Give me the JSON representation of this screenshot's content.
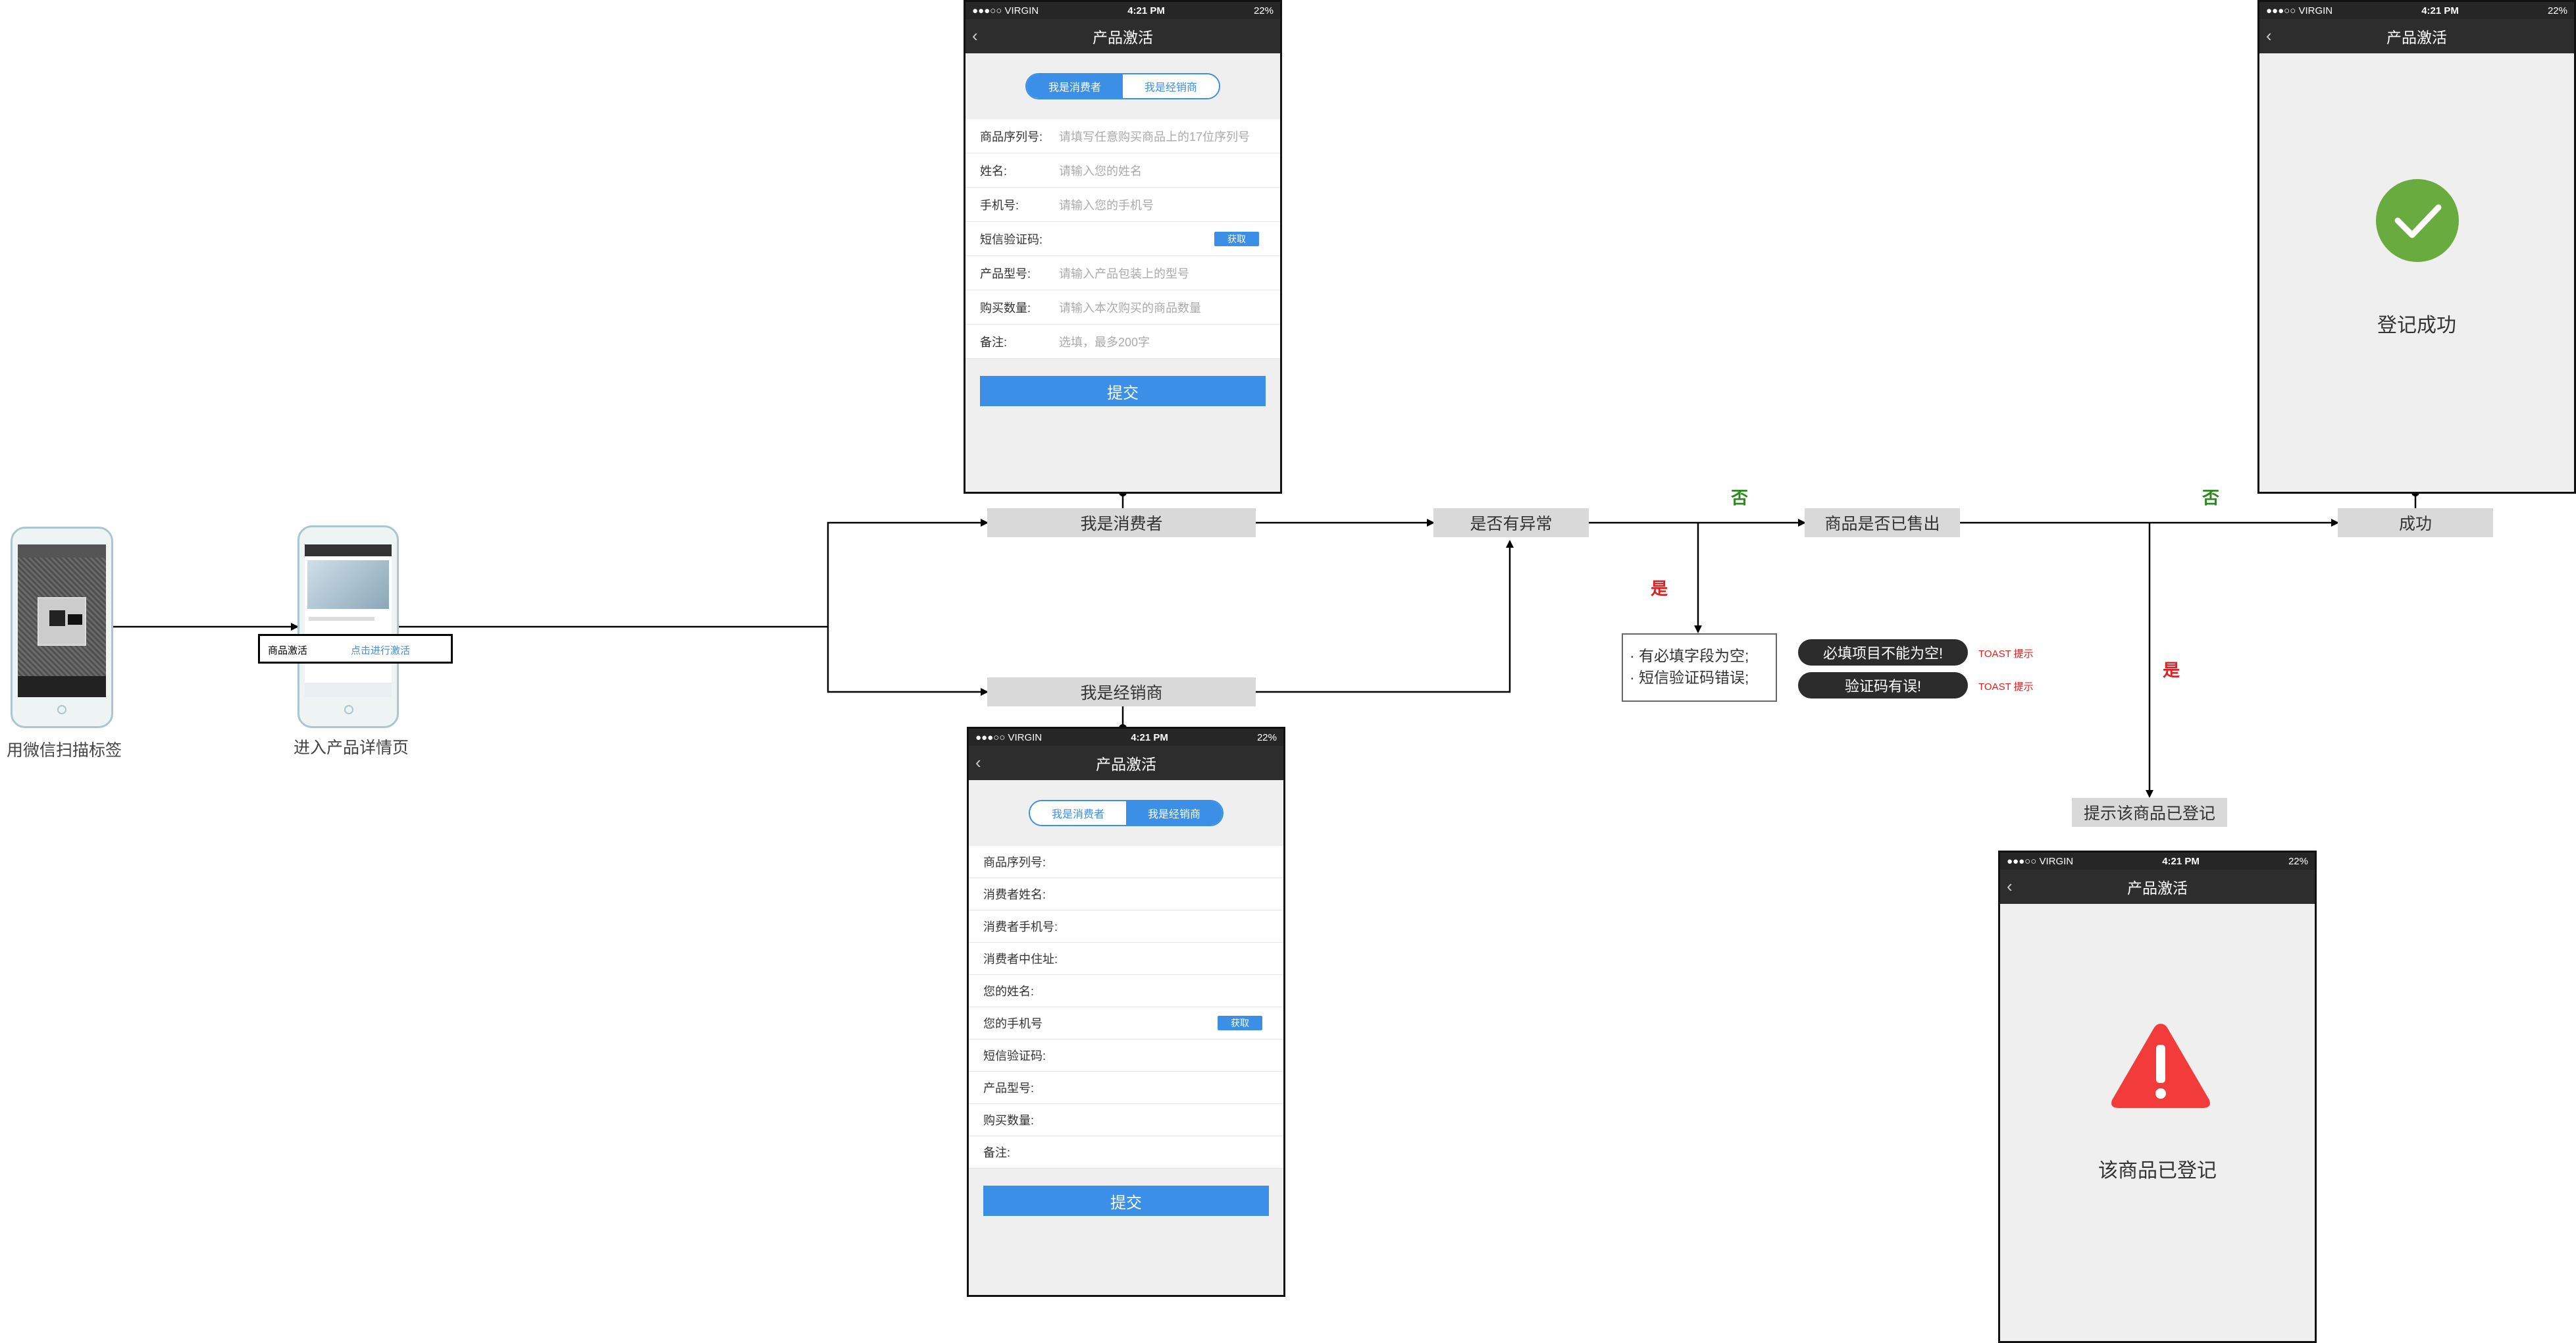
{
  "phone_screen": {
    "carrier": "●●●○○ VIRGIN",
    "time": "4:21 PM",
    "battery": "22%",
    "title": "产品激活"
  },
  "segment": {
    "consumer": "我是消费者",
    "dealer": "我是经销商"
  },
  "consumer_form": {
    "rows": [
      {
        "label": "商品序列号:",
        "placeholder": "请填写任意购买商品上的17位序列号"
      },
      {
        "label": "姓名:",
        "placeholder": "请输入您的姓名"
      },
      {
        "label": "手机号:",
        "placeholder": "请输入您的手机号"
      },
      {
        "label": "短信验证码:",
        "placeholder": ""
      },
      {
        "label": "产品型号:",
        "placeholder": "请输入产品包装上的型号"
      },
      {
        "label": "购买数量:",
        "placeholder": "请输入本次购买的商品数量"
      },
      {
        "label": "备注:",
        "placeholder": "选填，最多200字"
      }
    ],
    "get_code": "获取",
    "submit": "提交"
  },
  "dealer_form": {
    "rows": [
      "商品序列号:",
      "消费者姓名:",
      "消费者手机号:",
      "消费者中住址:",
      "您的姓名:",
      "您的手机号",
      "短信验证码:",
      "产品型号:",
      "购买数量:",
      "备注:"
    ],
    "get_code": "获取",
    "submit": "提交"
  },
  "flow": {
    "scan_caption": "用微信扫描标签",
    "detail_caption": "进入产品详情页",
    "callout_left": "商品激活",
    "callout_right": "点击进行激活",
    "consumer_node": "我是消费者",
    "dealer_node": "我是经销商",
    "exception_node": "是否有异常",
    "sold_node": "商品是否已售出",
    "success_node": "成功",
    "registered_node": "提示该商品已登记",
    "no_label_1": "否",
    "no_label_2": "否",
    "yes_label_1": "是",
    "yes_label_2": "是",
    "errors": [
      "· 有必填字段为空;",
      "· 短信验证码错误;"
    ],
    "toasts": [
      "必填项目不能为空!",
      "验证码有误!"
    ],
    "toast_label": "TOAST 提示"
  },
  "success_screen": {
    "message": "登记成功"
  },
  "registered_screen": {
    "message": "该商品已登记"
  },
  "colors": {
    "accent": "#3b8fe6",
    "success": "#6aab3f",
    "warning": "#f23b3b",
    "dark": "#2d2d2d"
  }
}
